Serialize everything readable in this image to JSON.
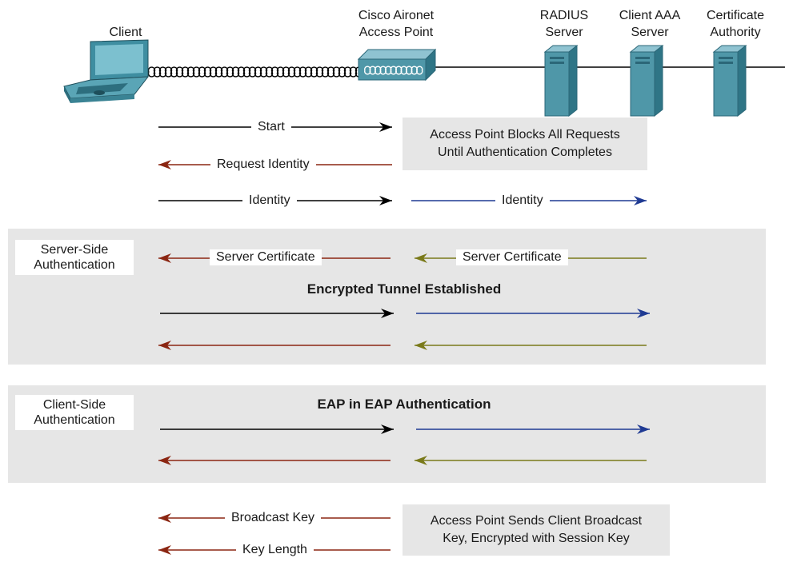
{
  "headers": {
    "client": "Client",
    "access_point": [
      "Cisco Aironet",
      "Access Point"
    ],
    "radius": [
      "RADIUS",
      "Server"
    ],
    "client_aaa": [
      "Client AAA",
      "Server"
    ],
    "cert_authority": [
      "Certificate",
      "Authority"
    ]
  },
  "messages": {
    "start": "Start",
    "request_identity": "Request Identity",
    "identity_client": "Identity",
    "identity_server": "Identity",
    "server_cert_client": "Server Certificate",
    "server_cert_server": "Server Certificate",
    "broadcast_key": "Broadcast Key",
    "key_length": "Key Length"
  },
  "notes": {
    "ap_blocks": [
      "Access Point Blocks All Requests",
      "Until Authentication Completes"
    ],
    "ap_sends": [
      "Access Point Sends Client Broadcast",
      "Key, Encrypted with Session Key"
    ]
  },
  "sections": {
    "server_side": [
      "Server-Side",
      "Authentication"
    ],
    "client_side": [
      "Client-Side",
      "Authentication"
    ],
    "tunnel_title": "Encrypted Tunnel Established",
    "eap_title": "EAP in EAP Authentication"
  },
  "colors": {
    "client_to_ap": "#000000",
    "ap_to_client": "#8b2612",
    "ap_to_server": "#1f3a93",
    "server_to_ap": "#7a7a1a",
    "device_teal": "#4f97a8",
    "band_grey": "#e6e6e6"
  },
  "icons": [
    "laptop-icon",
    "access-point-icon",
    "radius-server-icon",
    "aaa-server-icon",
    "ca-server-icon"
  ]
}
